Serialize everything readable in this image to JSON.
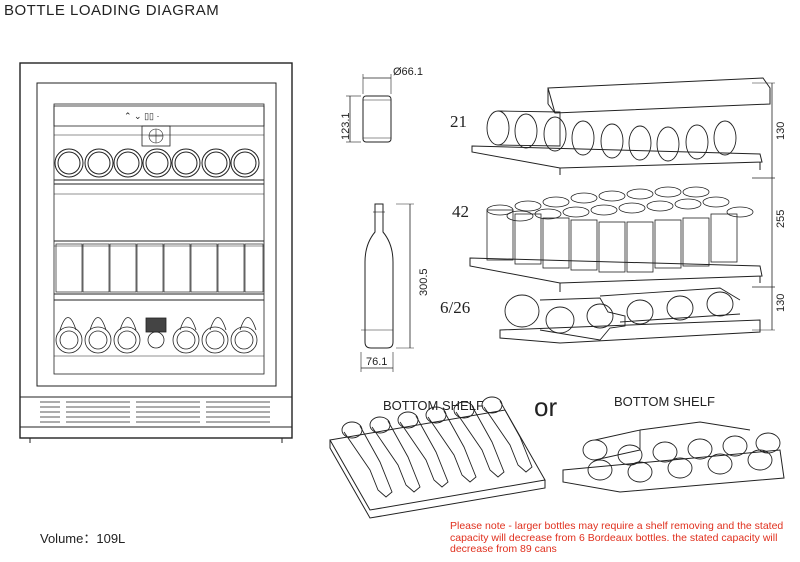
{
  "title": "BOTTLE LOADING DIAGRAM",
  "can": {
    "diameter": "Ø66.1",
    "height": "123.1"
  },
  "bottle": {
    "height": "300.5",
    "diameter": "76.1"
  },
  "shelves": [
    {
      "capacity": "21",
      "height": "130"
    },
    {
      "capacity": "42",
      "height": "255"
    },
    {
      "capacity": "6/26",
      "height": "130"
    }
  ],
  "bottom_shelf_left": "BOTTOM SHELF",
  "bottom_shelf_right": "BOTTOM SHELF",
  "or_label": "or",
  "volume": "Volume：109L",
  "note": "Please note - larger bottles may require a shelf removing and the stated capacity will decrease from  6  Bordeaux bottles. the stated capacity will decrease from 89 cans",
  "colors": {
    "note": "#e0301e",
    "line": "#222222"
  }
}
